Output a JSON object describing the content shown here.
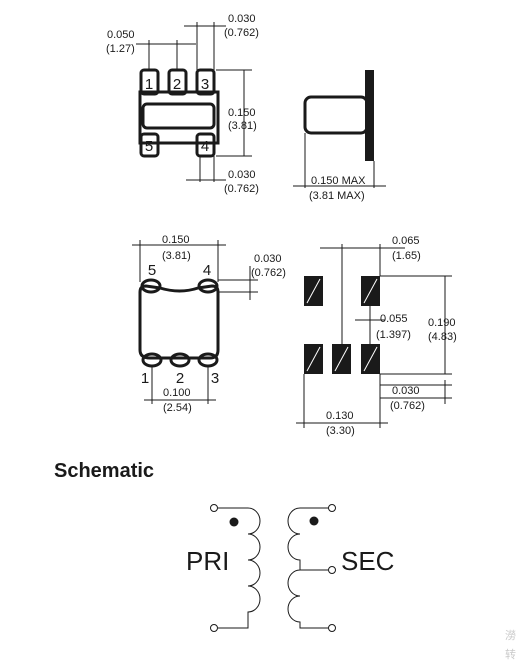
{
  "top_view": {
    "pin_labels": [
      "1",
      "2",
      "3",
      "5",
      "4"
    ],
    "dim_pitch": [
      "0.050",
      "(1.27)"
    ],
    "dim_pad_width": [
      "0.030",
      "(0.762)"
    ],
    "dim_height": [
      "0.150",
      "(3.81)"
    ],
    "dim_pad_height": [
      "0.030",
      "(0.762)"
    ]
  },
  "side_view": {
    "dim_max": [
      "0.150 MAX",
      "(3.81 MAX)"
    ]
  },
  "bottom_view": {
    "pin_labels": [
      "5",
      "4",
      "1",
      "2",
      "3"
    ],
    "dim_width": [
      "0.150",
      "(3.81)"
    ],
    "dim_tab": [
      "0.030",
      "(0.762)"
    ],
    "dim_pitch": [
      "0.100",
      "(2.54)"
    ]
  },
  "footprint": {
    "dim_pad_x": [
      "0.065",
      "(1.65)"
    ],
    "dim_pad_gap": [
      "0.055",
      "(1.397)"
    ],
    "dim_height": [
      "0.190",
      "(4.83)"
    ],
    "dim_pad_h": [
      "0.030",
      "(0.762)"
    ],
    "dim_width": [
      "0.130",
      "(3.30)"
    ]
  },
  "schematic": {
    "title": "Schematic",
    "primary_label": "PRI",
    "secondary_label": "SEC"
  },
  "watermark": [
    "澇",
    "转"
  ]
}
